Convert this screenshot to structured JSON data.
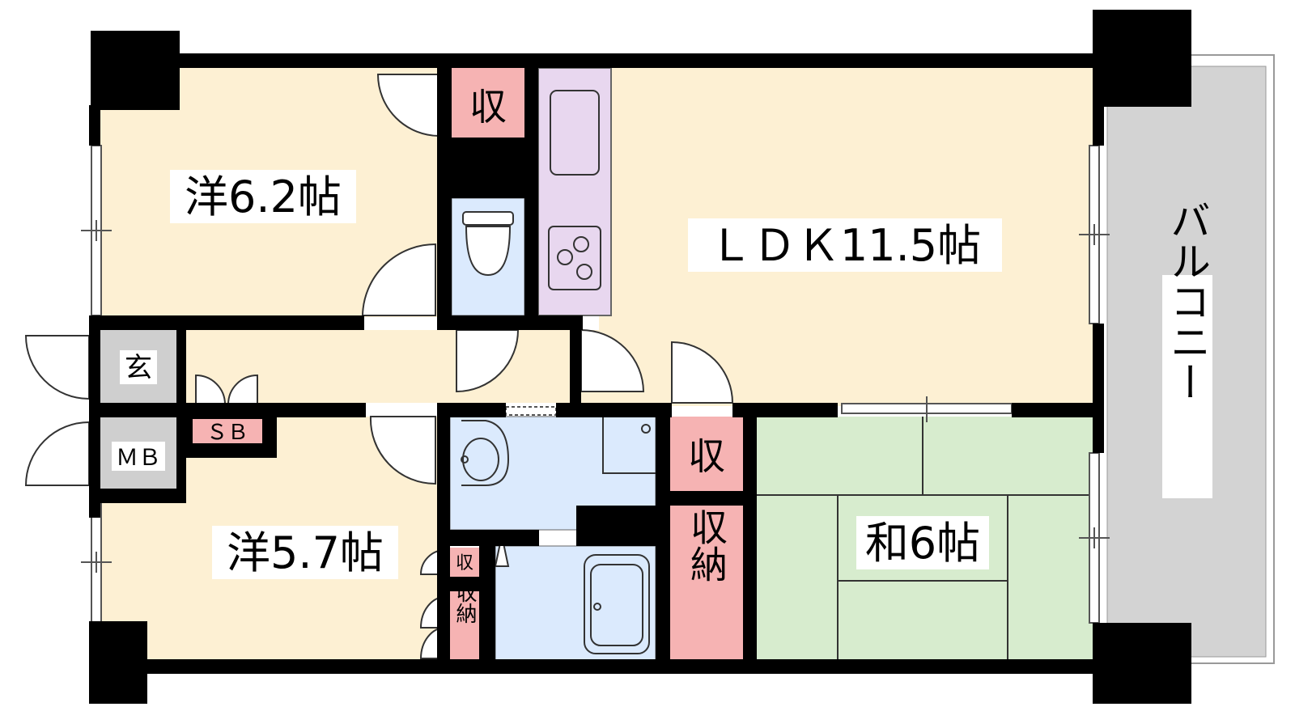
{
  "rooms": {
    "western_1": "洋6.2帖",
    "western_2": "洋5.7帖",
    "ldk": "ＬＤＫ11.5帖",
    "japanese": "和6帖",
    "balcony": "バルコニー",
    "entrance": "玄",
    "meter_box": "ＭＢ",
    "shoe_box": "ＳＢ"
  },
  "storage": {
    "closet_1": "収",
    "closet_2": "収",
    "closet_small": "収",
    "closet_3": "収納",
    "closet_4": "収納"
  },
  "colors": {
    "wall": "#000000",
    "western_floor": "#fdf0d3",
    "japanese_floor": "#d7ecce",
    "wet_area": "#dbeafd",
    "kitchen": "#e8d7ef",
    "storage": "#f6b3b3",
    "entrance": "#cfcfcf",
    "balcony": "#d3d3d3"
  }
}
